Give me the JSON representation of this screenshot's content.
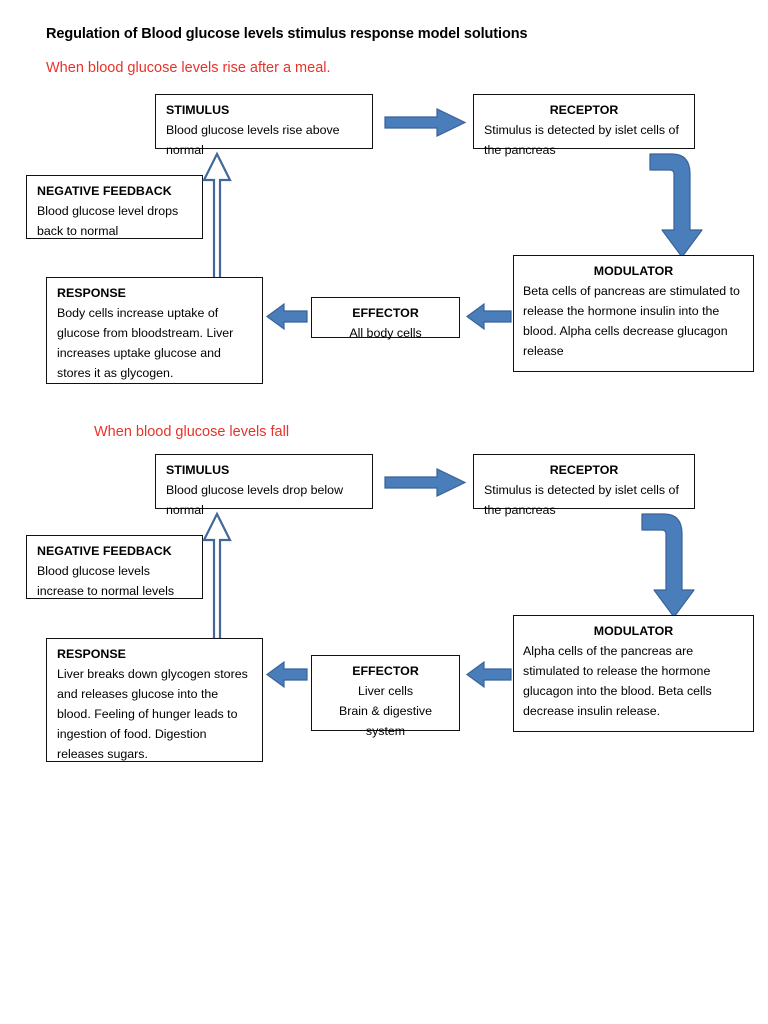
{
  "page": {
    "title": "Regulation of Blood glucose levels stimulus response model solutions",
    "accent_blue": "#4A7EBB",
    "accent_blue_dark": "#3A6299",
    "heading_red": "#E8332A",
    "box_border": "#111111"
  },
  "sections": [
    {
      "heading": "When blood glucose levels rise after a meal.",
      "stimulus": {
        "title": "STIMULUS",
        "body": "Blood glucose levels rise above normal"
      },
      "receptor": {
        "title": "RECEPTOR",
        "body": "Stimulus is detected by islet cells of the pancreas"
      },
      "modulator": {
        "title": "MODULATOR",
        "body": "Beta cells of pancreas are stimulated to release the hormone insulin into the blood.  Alpha cells decrease glucagon release"
      },
      "effector": {
        "title": "EFFECTOR",
        "body": "All body cells"
      },
      "response": {
        "title": "RESPONSE",
        "body": "Body cells increase uptake of glucose from bloodstream. Liver increases uptake glucose and stores it as glycogen."
      },
      "negative_feedback": {
        "title": "NEGATIVE FEEDBACK",
        "body": "Blood glucose level drops back to normal"
      }
    },
    {
      "heading": "When blood glucose levels fall",
      "stimulus": {
        "title": "STIMULUS",
        "body": "Blood glucose levels drop below normal"
      },
      "receptor": {
        "title": "RECEPTOR",
        "body": "Stimulus is detected by islet cells of the pancreas"
      },
      "modulator": {
        "title": "MODULATOR",
        "body": "Alpha cells of the pancreas are stimulated to release the hormone glucagon into the blood. Beta cells decrease insulin release."
      },
      "effector": {
        "title": "EFFECTOR",
        "body": "Liver cells\nBrain & digestive\nsystem"
      },
      "response": {
        "title": "RESPONSE",
        "body": "Liver breaks down glycogen stores and releases glucose into the blood. Feeling of hunger leads to ingestion of food. Digestion releases sugars."
      },
      "negative_feedback": {
        "title": "NEGATIVE FEEDBACK",
        "body": "Blood glucose levels increase to normal levels"
      }
    }
  ]
}
